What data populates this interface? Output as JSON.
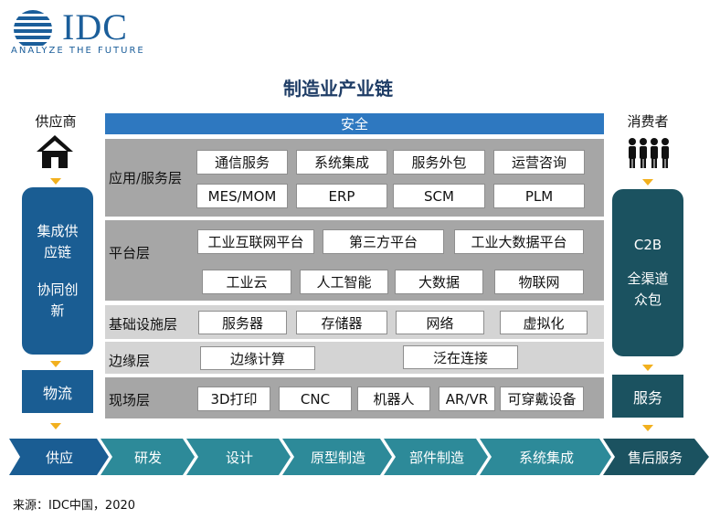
{
  "logo": {
    "brand": "IDC",
    "tagline": "ANALYZE THE FUTURE"
  },
  "title": "制造业产业链",
  "supplier": {
    "label": "供应商",
    "icon": "house-icon",
    "panel_line1": "集成供",
    "panel_line2": "应链",
    "panel_line3": "协同创",
    "panel_line4": "新",
    "logistics": "物流"
  },
  "consumer": {
    "label": "消费者",
    "icon": "people-icon",
    "panel_line1": "C2B",
    "panel_line2": "全渠道",
    "panel_line3": "众包",
    "service": "服务"
  },
  "security": "安全",
  "layers": {
    "application": {
      "name": "应用/服务层",
      "items": [
        "通信服务",
        "系统集成",
        "服务外包",
        "运营咨询",
        "MES/MOM",
        "ERP",
        "SCM",
        "PLM"
      ]
    },
    "platform": {
      "name": "平台层",
      "items": [
        "工业互联网平台",
        "第三方平台",
        "工业大数据平台",
        "工业云",
        "人工智能",
        "大数据",
        "物联网"
      ]
    },
    "infrastructure": {
      "name": "基础设施层",
      "items": [
        "服务器",
        "存储器",
        "网络",
        "虚拟化"
      ]
    },
    "edge": {
      "name": "边缘层",
      "items": [
        "边缘计算",
        "泛在连接"
      ]
    },
    "field": {
      "name": "现场层",
      "items": [
        "3D打印",
        "CNC",
        "机器人",
        "AR/VR",
        "可穿戴设备"
      ]
    }
  },
  "process": [
    "供应",
    "研发",
    "设计",
    "原型制造",
    "部件制造",
    "系统集成",
    "售后服务"
  ],
  "source": "来源：IDC中国，2020",
  "colors": {
    "brand": "#1b5e9a",
    "security": "#2e78c0",
    "panel_blue": "#1a5d93",
    "panel_teal": "#1b5260",
    "arrow": "#f2b01e",
    "layer_dark": "#a6a6a6",
    "layer_light": "#d4d4d4"
  }
}
